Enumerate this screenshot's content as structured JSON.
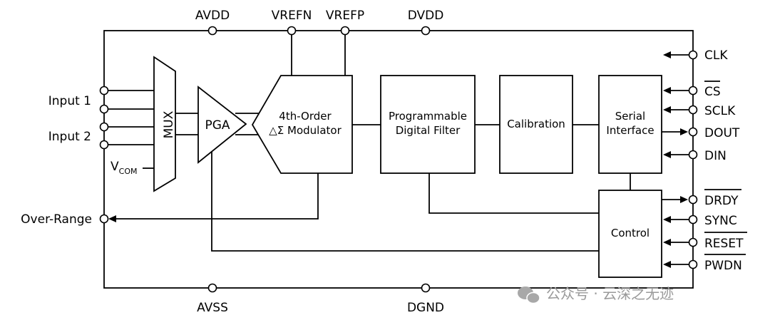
{
  "supply_pins": {
    "avdd": "AVDD",
    "vrefn": "VREFN",
    "vrefp": "VREFP",
    "dvdd": "DVDD",
    "avss": "AVSS",
    "dgnd": "DGND"
  },
  "left_pins": {
    "input1": "Input 1",
    "input2": "Input 2",
    "vcom_main": "V",
    "vcom_sub": "COM",
    "over_range": "Over-Range"
  },
  "blocks": {
    "mux": "MUX",
    "pga": "PGA",
    "modulator_line1": "4th-Order",
    "modulator_line2": "△Σ Modulator",
    "filter_line1": "Programmable",
    "filter_line2": "Digital Filter",
    "calibration": "Calibration",
    "serial_line1": "Serial",
    "serial_line2": "Interface",
    "control": "Control"
  },
  "right_pins": {
    "clk": "CLK",
    "cs": "CS",
    "sclk": "SCLK",
    "dout": "DOUT",
    "din": "DIN",
    "drdy": "DRDY",
    "sync": "SYNC",
    "reset": "RESET",
    "pwdn": "PWDN"
  },
  "watermark": "公众号 · 云深之无迹"
}
